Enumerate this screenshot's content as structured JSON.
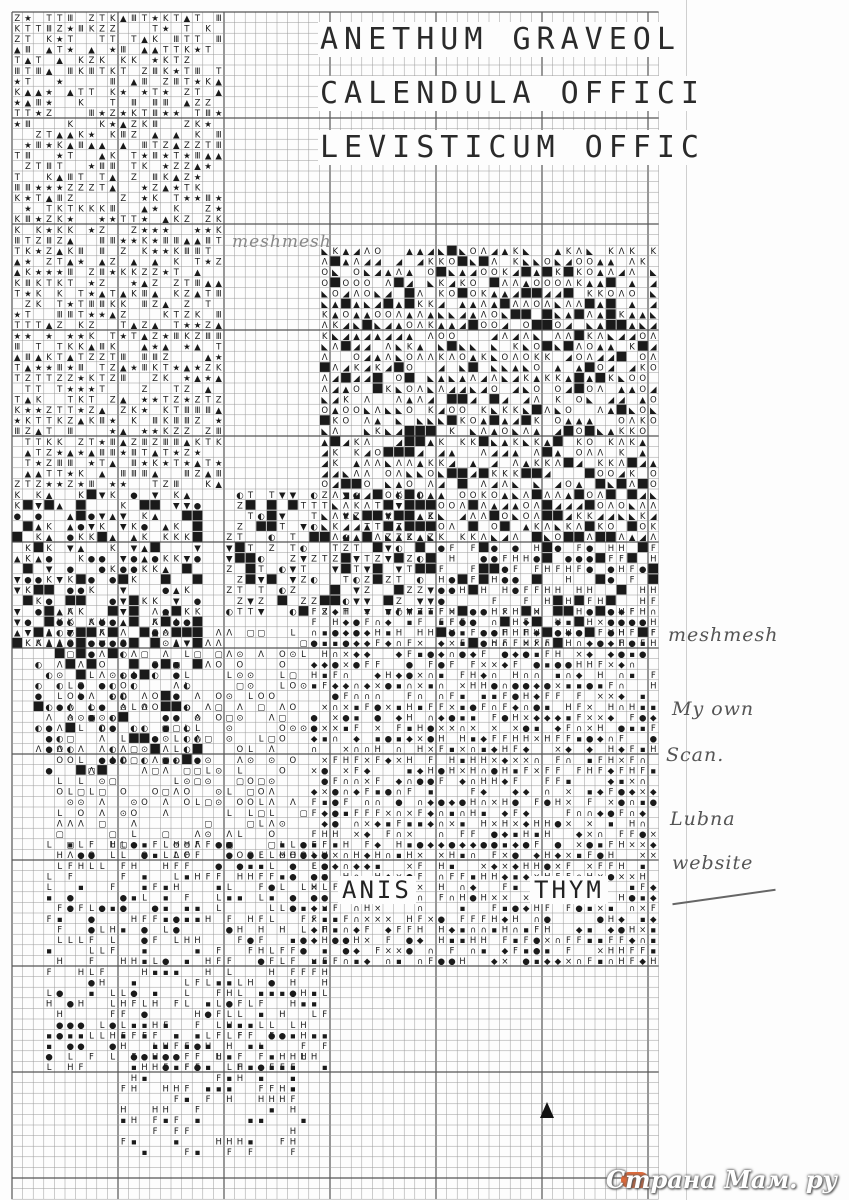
{
  "chart_titles": [
    "ANETHUM GRAVEOL",
    "CALENDULA OFFICI",
    "LEVISTICUM OFFIC"
  ],
  "grid_annotation": "meshmesh",
  "chart_labels": {
    "left": "ANIS",
    "right": "THYM"
  },
  "margin_notes": [
    "meshmesh",
    "My own",
    "Scan.",
    "Lubna",
    "website"
  ],
  "watermark": "Страна Мам",
  "watermark_suffix": ". ру",
  "symbols": [
    "★",
    "K",
    "T",
    "Z",
    "■",
    "●",
    "◆",
    "▲",
    "▼",
    "◐",
    "H",
    "F",
    "L",
    "Λ",
    "O",
    "×",
    "∩",
    "▪",
    "⊙",
    "▢",
    "Ⅲ",
    "Ϙ",
    "◢",
    "◣"
  ],
  "colors": {
    "ink": "#1a1a1a",
    "grid": "#9a9a9a",
    "grid_major": "#555555",
    "paper": "#fdfdfd"
  }
}
